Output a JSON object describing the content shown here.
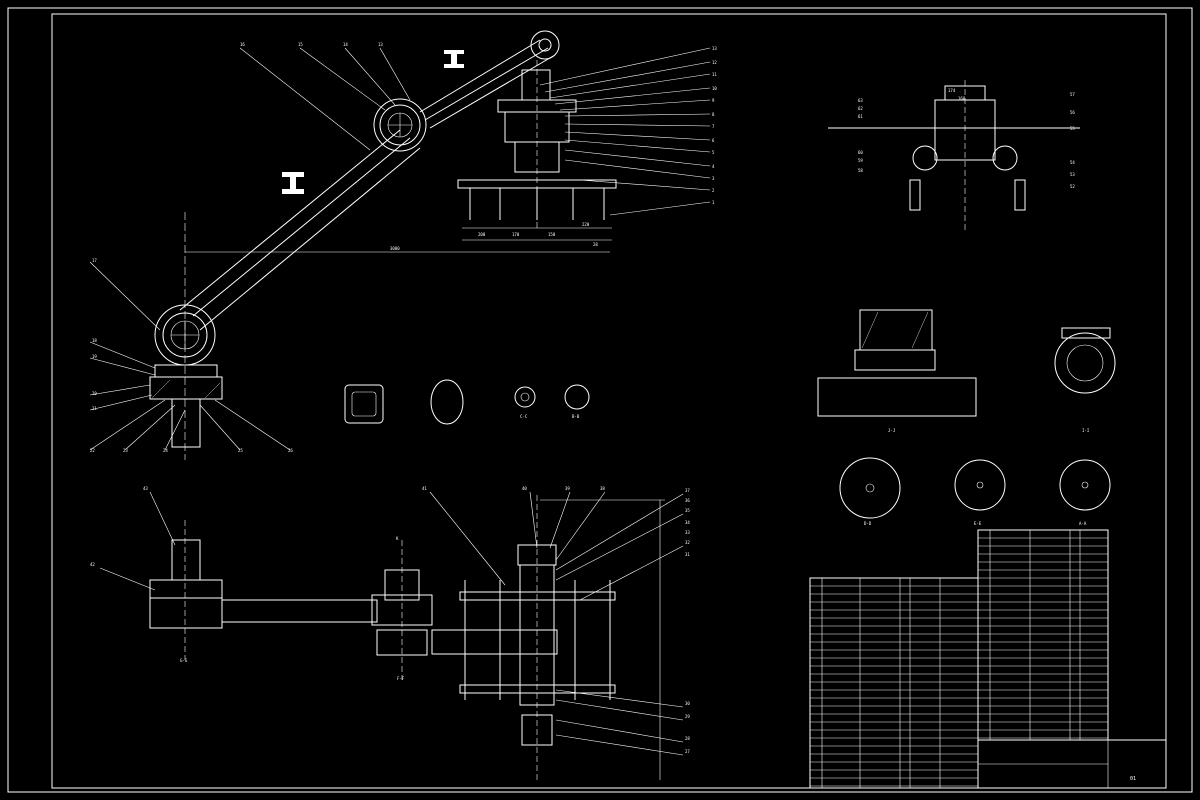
{
  "colors": {
    "background": "#000000",
    "line": "#ffffff",
    "hatch": "#cccccc"
  },
  "drawing": {
    "dims": {
      "total_width": "3000",
      "d_200": "200",
      "d_170": "170",
      "d_150": "150",
      "d_220": "220",
      "d_28": "28",
      "d_174": "174",
      "d_160": "160"
    },
    "section_labels": {
      "a_a": "A-A",
      "b_b": "B-B",
      "c_c": "C-C",
      "d_d": "D-D",
      "e_e": "E-E",
      "f_f": "F-F",
      "g_g": "G-G",
      "i_i": "I-I",
      "j_j": "J-J",
      "k": "K"
    },
    "balloons": {
      "top_right": [
        "13",
        "12",
        "11",
        "10",
        "9",
        "8",
        "7",
        "6",
        "5",
        "4",
        "3",
        "2",
        "1"
      ],
      "top_left": [
        "16",
        "15",
        "14",
        "13"
      ],
      "left": [
        "17",
        "18",
        "19",
        "20",
        "21"
      ],
      "bottom_left": [
        "22",
        "23",
        "24",
        "25",
        "26"
      ],
      "bottom_center": [
        "41",
        "40",
        "39",
        "38",
        "37",
        "36",
        "35",
        "34",
        "33",
        "32",
        "31"
      ],
      "bottom_right_col": [
        "30",
        "29",
        "28",
        "27"
      ],
      "bottom_left_view": [
        "43",
        "42"
      ],
      "right_detail": [
        "63",
        "62",
        "61",
        "60",
        "59",
        "58",
        "57",
        "56",
        "55",
        "54",
        "53",
        "52"
      ]
    }
  },
  "title_block": {
    "drawing_no": "01"
  }
}
